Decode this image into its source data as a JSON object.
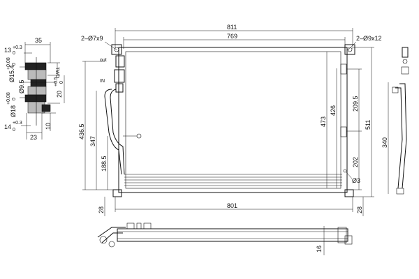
{
  "labels": {
    "w811": "811",
    "w769": "769",
    "w801": "801",
    "holes_left": "2–Ø7x9",
    "holes_right": "2–Ø9x12",
    "h436_5": "436.5",
    "h347": "347",
    "h188_5": "188.5",
    "h473": "473",
    "h426": "426",
    "h511": "511",
    "h209_5": "209.5",
    "h202": "202",
    "h340": "340",
    "h28_left": "28",
    "h28_right": "28",
    "h16": "16",
    "d3": "Ø3",
    "port_out": "out",
    "port_in": "IN",
    "detail_35": "35",
    "detail_13": "13",
    "detail_13_tol": "+0.3",
    "detail_13_tol2": "0",
    "detail_15_4": "Ø15.4",
    "detail_15_4_tol": "+0.08",
    "detail_15_4_tol2": "0",
    "detail_9_5": "Ø9.5",
    "detail_18": "Ø18",
    "detail_18_tol": "+0.08",
    "detail_18_tol2": "0",
    "detail_20": "20",
    "detail_20_tol": "+0.5",
    "detail_20_tol2": "0",
    "detail_10": "10",
    "detail_14": "14",
    "detail_14_tol": "+0.3",
    "detail_14_tol2": "0",
    "detail_23": "23",
    "detail_two": "TWO"
  }
}
